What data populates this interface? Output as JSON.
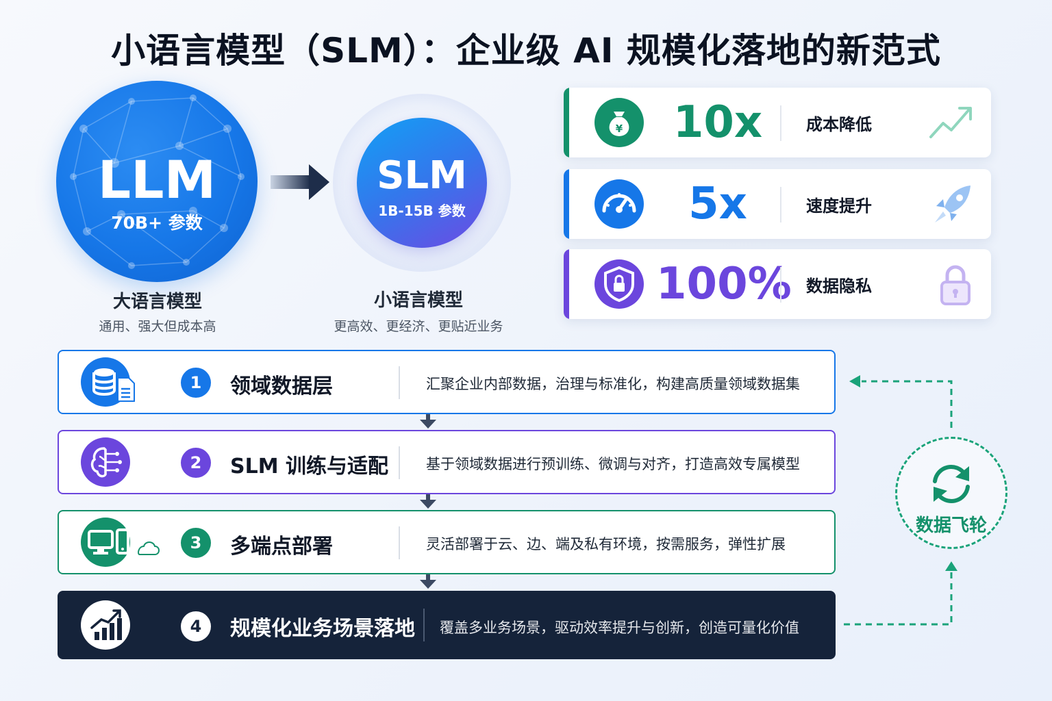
{
  "title": "小语言模型（SLM）：企业级 AI 规模化落地的新范式",
  "llm": {
    "name": "LLM",
    "params": "70B+ 参数",
    "label": "大语言模型",
    "desc": "通用、强大但成本高"
  },
  "slm": {
    "name": "SLM",
    "params": "1B-15B 参数",
    "label": "小语言模型",
    "desc": "更高效、更经济、更贴近业务"
  },
  "stats": [
    {
      "value": "10x",
      "label": "成本降低",
      "icon": "money-bag-yen-icon",
      "deco": "trend-up-icon",
      "color": "#14916b"
    },
    {
      "value": "5x",
      "label": "速度提升",
      "icon": "speedometer-icon",
      "deco": "rocket-icon",
      "color": "#1677e8"
    },
    {
      "value": "100%",
      "label": "数据隐私",
      "icon": "shield-lock-icon",
      "deco": "padlock-icon",
      "color": "#6b46dd"
    }
  ],
  "layers": [
    {
      "num": "1",
      "title": "领域数据层",
      "desc": "汇聚企业内部数据，治理与标准化，构建高质量领域数据集",
      "icon": "database-document-icon",
      "color": "#1677e8"
    },
    {
      "num": "2",
      "title": "SLM 训练与适配",
      "desc": "基于领域数据进行预训练、微调与对齐，打造高效专属模型",
      "icon": "brain-circuit-icon",
      "color": "#6b46dd"
    },
    {
      "num": "3",
      "title": "多端点部署",
      "desc": "灵活部署于云、边、端及私有环境，按需服务，弹性扩展",
      "icon": "devices-cloud-icon",
      "color": "#14916b"
    },
    {
      "num": "4",
      "title": "规模化业务场景落地",
      "desc": "覆盖多业务场景，驱动效率提升与创新，创造可量化价值",
      "icon": "growth-chart-icon",
      "color": "#15233a"
    }
  ],
  "flywheel": {
    "label": "数据飞轮",
    "icon": "refresh-cycle-icon",
    "color": "#14916b"
  }
}
